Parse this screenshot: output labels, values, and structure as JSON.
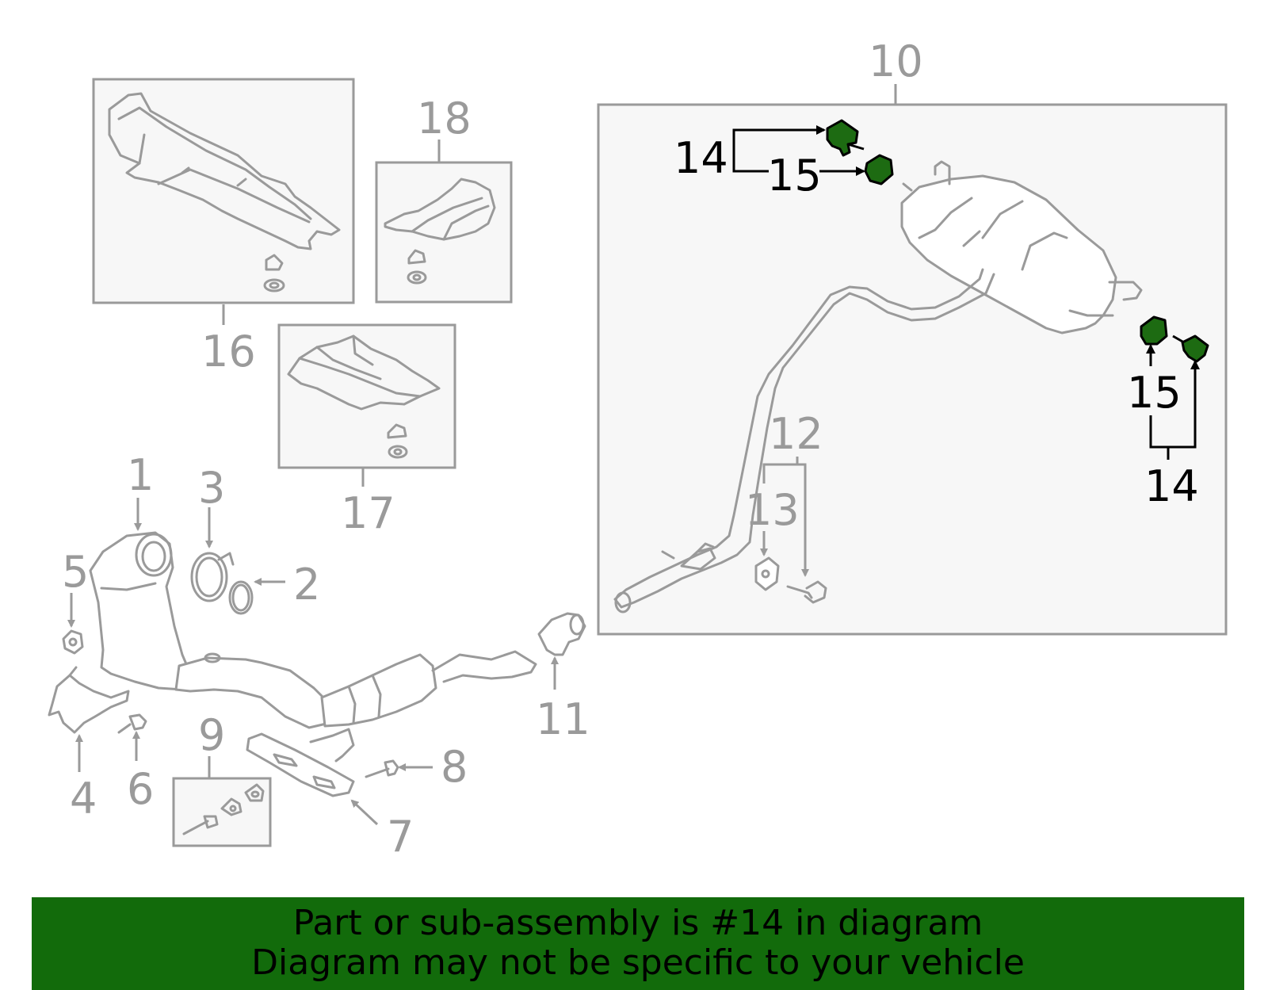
{
  "diagram": {
    "callouts": {
      "c1": "1",
      "c2": "2",
      "c3": "3",
      "c4": "4",
      "c5": "5",
      "c6": "6",
      "c7": "7",
      "c8": "8",
      "c9": "9",
      "c10": "10",
      "c11": "11",
      "c12": "12",
      "c13": "13",
      "c14a": "14",
      "c14b": "14",
      "c15a": "15",
      "c15b": "15",
      "c16": "16",
      "c17": "17",
      "c18": "18"
    },
    "highlighted_part": "14",
    "colors": {
      "highlight": "#1d6b12",
      "banner": "#126b0b",
      "part_stroke": "#9a9a9a"
    }
  },
  "banner": {
    "line1": "Part or sub-assembly is #14 in diagram",
    "line2": "Diagram may not be specific to your vehicle"
  }
}
